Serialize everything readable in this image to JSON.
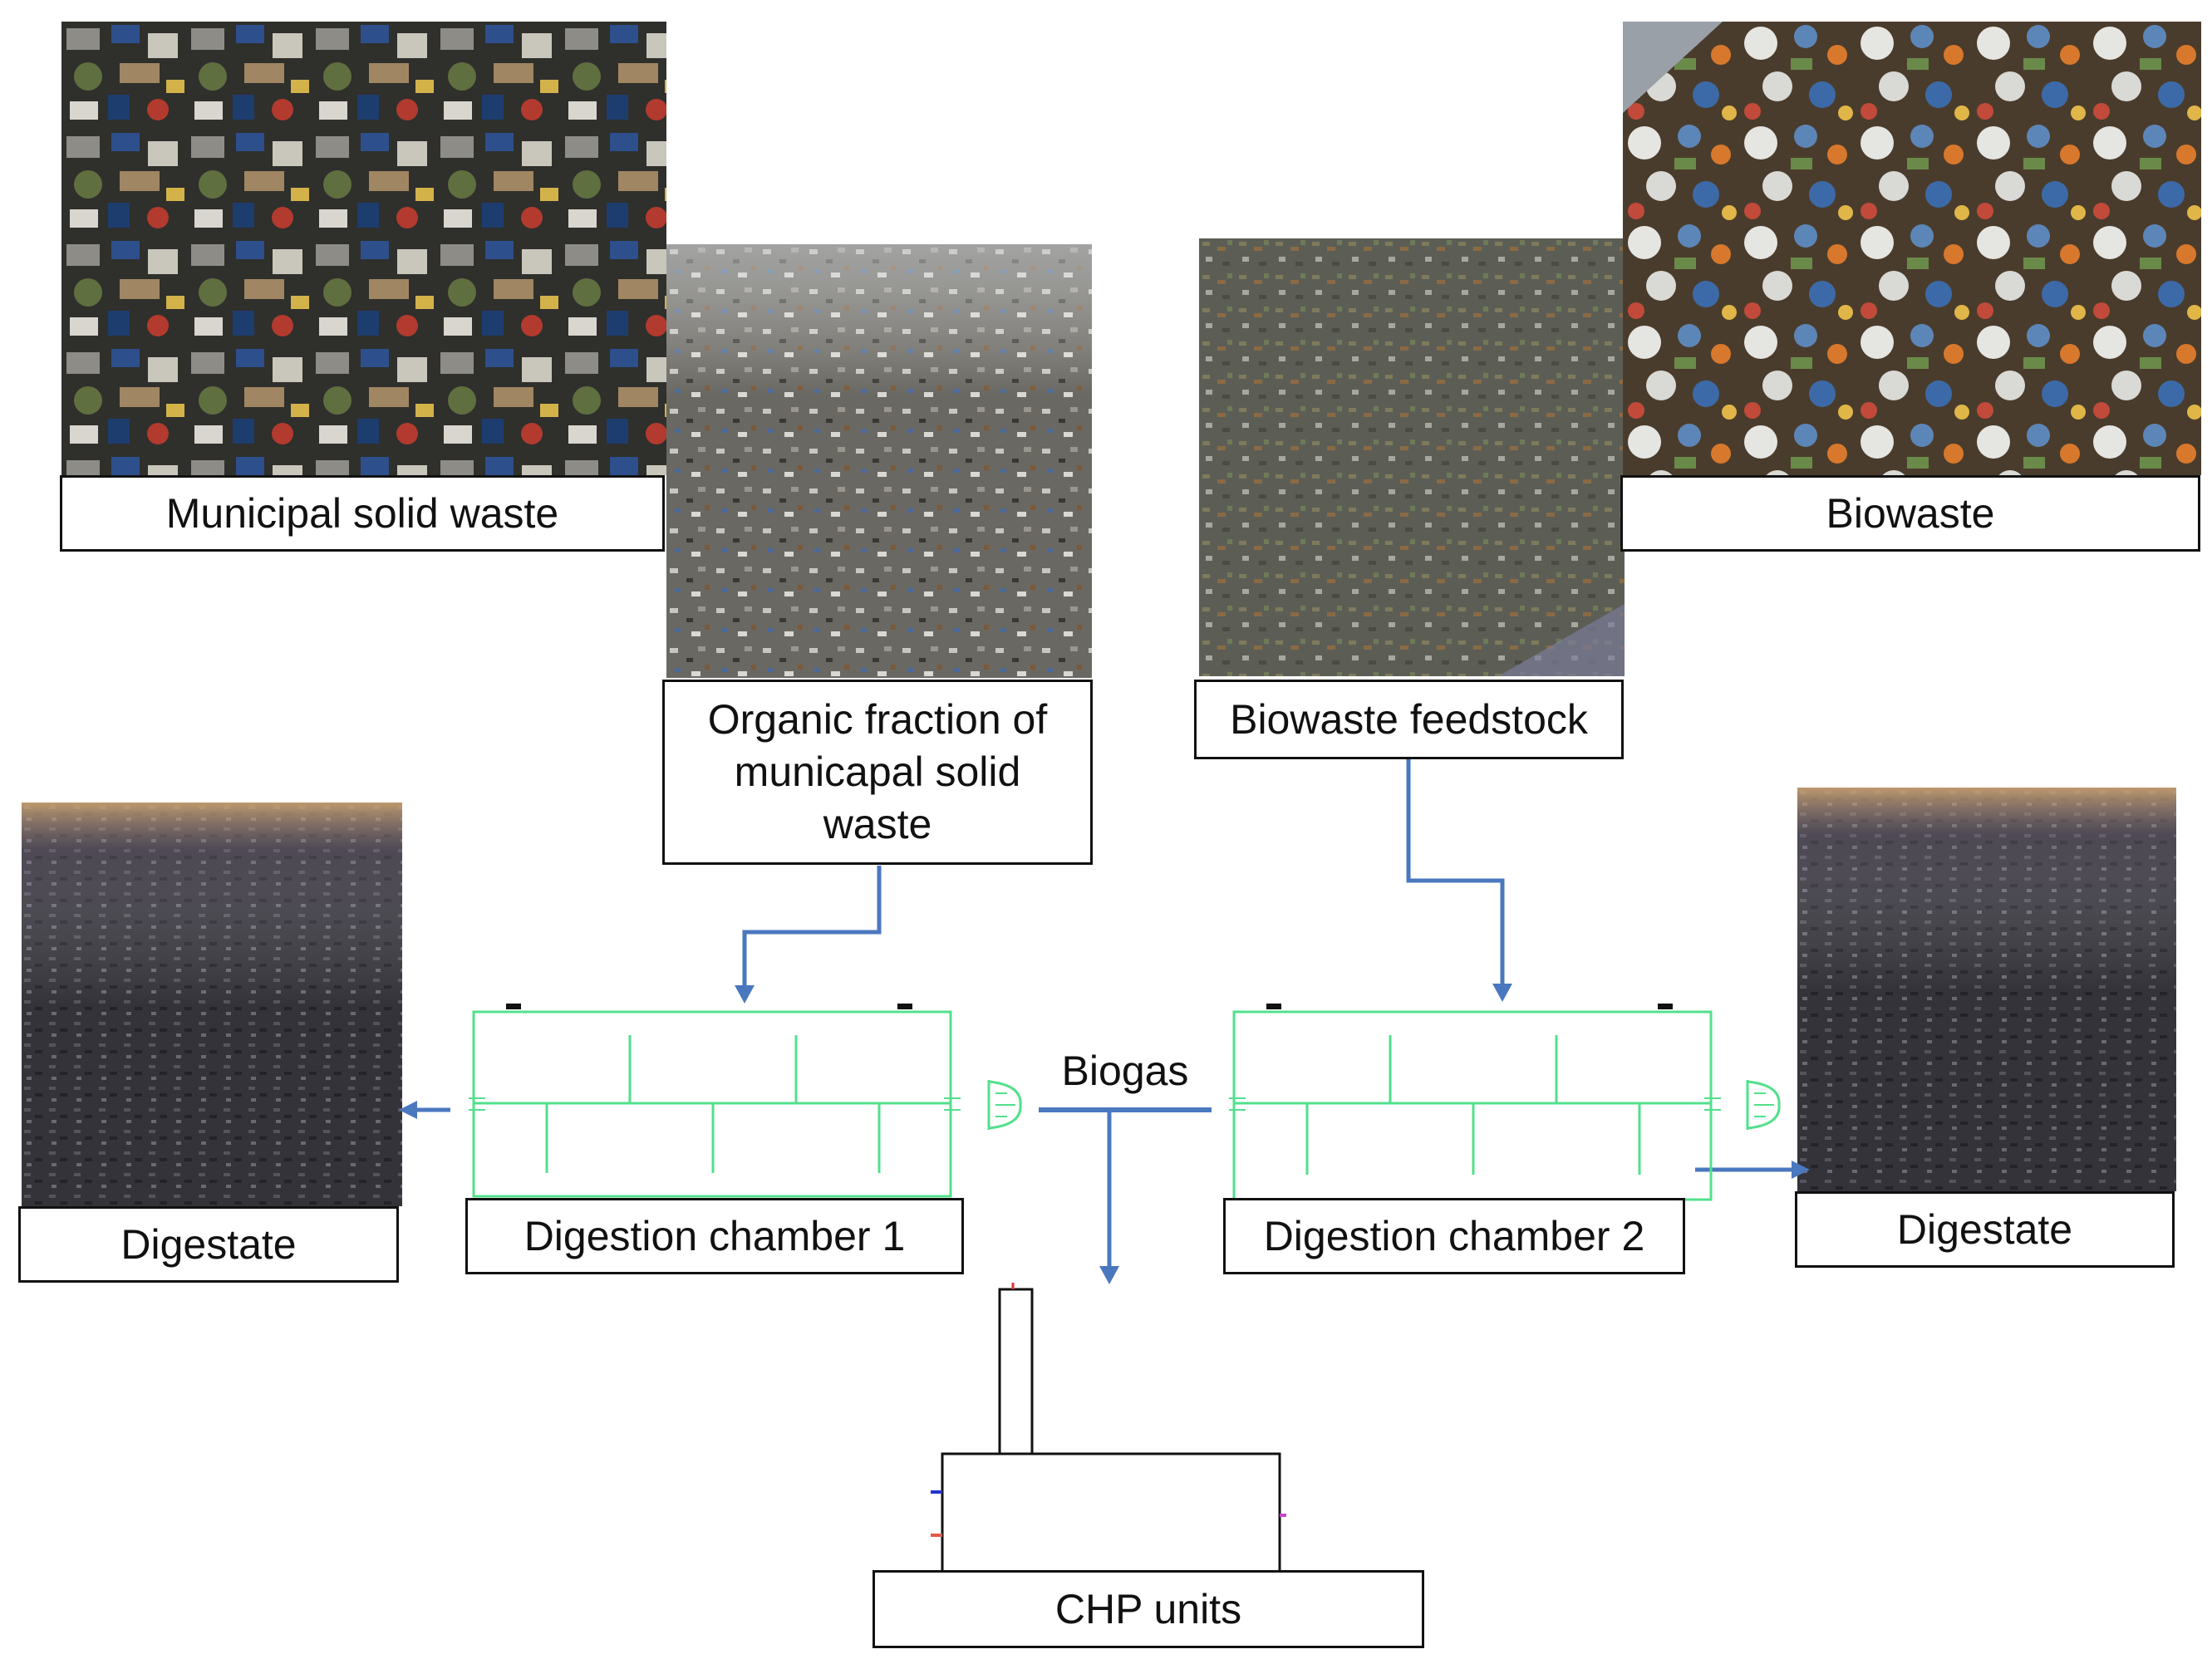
{
  "labels": {
    "msw": "Municipal solid waste",
    "biowaste": "Biowaste",
    "ofmsw": "Organic fraction of\nmunicapal solid\nwaste",
    "biowaste_feedstock": "Biowaste feedstock",
    "digestate_left": "Digestate",
    "digestate_right": "Digestate",
    "chamber1": "Digestion chamber 1",
    "chamber2": "Digestion chamber 2",
    "biogas": "Biogas",
    "chp": "CHP units"
  },
  "colors": {
    "arrow": "#4a78bf",
    "chamber_outline": "#52e08c",
    "box_border": "#111111",
    "text": "#111111"
  }
}
